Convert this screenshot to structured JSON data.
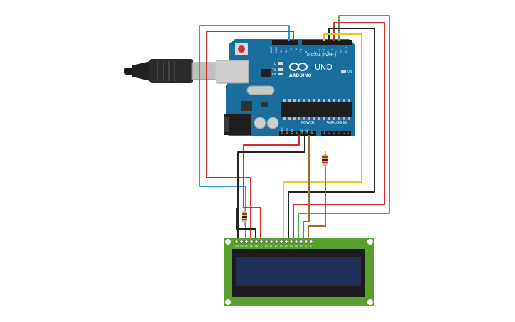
{
  "arduino": {
    "brand": "ARDUINO",
    "model": "UNO",
    "digital_label": "DIGITAL (PWM~)",
    "power_label": "POWER",
    "analog_label": "ANALOG IN",
    "led_l": "L",
    "led_tx": "TX",
    "led_rx": "RX",
    "led_on": "ON",
    "aref": "AREF",
    "gnd": "GND",
    "digital_pins": [
      "13",
      "12",
      "~11",
      "~10",
      "~9",
      "8",
      "7",
      "~6",
      "~5",
      "4",
      "~3",
      "2",
      "TX 1",
      "RX 0"
    ],
    "power_pins": [
      "IOREF",
      "RESET",
      "3.3V",
      "5V",
      "GND",
      "GND",
      "Vin"
    ],
    "analog_pins": [
      "A0",
      "A1",
      "A2",
      "A3",
      "A4",
      "A5"
    ]
  },
  "lcd": {
    "pin_labels": [
      "VSS",
      "VDD",
      "V0",
      "RS",
      "RW",
      "E",
      "D0",
      "D1",
      "D2",
      "D3",
      "D4",
      "D5",
      "D6",
      "D7",
      "A",
      "K"
    ]
  },
  "colors": {
    "board": "#1a6e9e",
    "pcb_green": "#5aa02c",
    "lcd_screen": "#1f2f56",
    "wire_red": "#d42a2a",
    "wire_black": "#222222",
    "wire_blue": "#2a9bd6",
    "wire_green": "#3fb04a",
    "wire_yellow": "#f0c419",
    "wire_brown": "#9a6b3c"
  }
}
